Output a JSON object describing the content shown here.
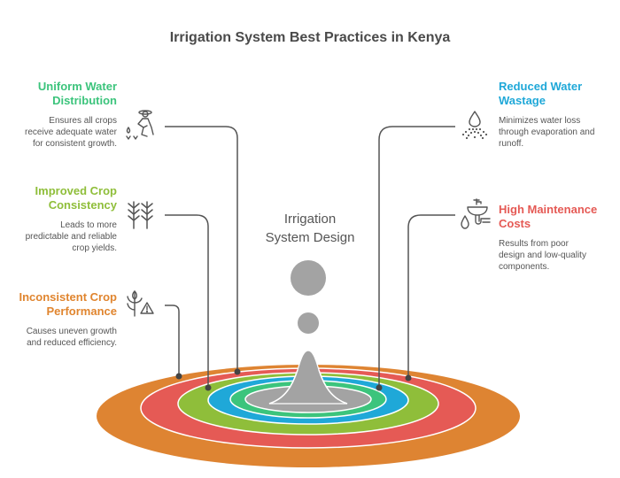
{
  "title": "Irrigation System Best Practices in Kenya",
  "center": {
    "line1": "Irrigation",
    "line2": "System Design",
    "fill": "#a3a3a3"
  },
  "items": [
    {
      "side": "left",
      "heading_line1": "Uniform Water",
      "heading_line2": "Distribution",
      "desc_lines": [
        "Ensures all crops",
        "receive adequate water",
        "for consistent growth."
      ],
      "color": "#3cc47c",
      "icon": "farmer-watering-icon",
      "ring": "green-inner"
    },
    {
      "side": "left",
      "heading_line1": "Improved Crop",
      "heading_line2": "Consistency",
      "desc_lines": [
        "Leads to more",
        "predictable and reliable",
        "crop yields."
      ],
      "color": "#8fbe3a",
      "icon": "wheat-stalks-icon",
      "ring": "lime"
    },
    {
      "side": "left",
      "heading_line1": "Inconsistent Crop",
      "heading_line2": "Performance",
      "desc_lines": [
        "Causes uneven growth",
        "and reduced efficiency."
      ],
      "color": "#e0852f",
      "icon": "crop-warning-icon",
      "ring": "orange"
    },
    {
      "side": "right",
      "heading_line1": "Reduced Water",
      "heading_line2": "Wastage",
      "desc_lines": [
        "Minimizes water loss",
        "through evaporation and",
        "runoff."
      ],
      "color": "#1fa8d8",
      "icon": "water-drop-spray-icon",
      "ring": "blue"
    },
    {
      "side": "right",
      "heading_line1": "High Maintenance",
      "heading_line2": "Costs",
      "desc_lines": [
        "Results from poor",
        "design and low-quality",
        "components."
      ],
      "color": "#e55a55",
      "icon": "sink-pipe-leak-icon",
      "ring": "red"
    }
  ],
  "rings": [
    {
      "name": "orange",
      "color": "#de8432"
    },
    {
      "name": "red",
      "color": "#e55a55"
    },
    {
      "name": "lime",
      "color": "#8fbe3a"
    },
    {
      "name": "blue",
      "color": "#1fa8d8"
    },
    {
      "name": "green-inner",
      "color": "#3cc47c"
    },
    {
      "name": "center",
      "color": "#a3a3a3"
    }
  ]
}
